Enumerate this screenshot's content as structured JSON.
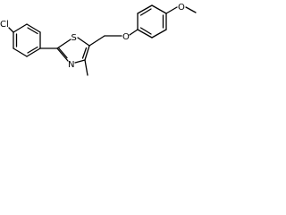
{
  "molecule": {
    "atoms": {
      "chlorine": "Cl",
      "sulfur": "S",
      "nitrogen": "N",
      "ether_oxygen": "O",
      "methoxy_oxygen": "O"
    }
  }
}
